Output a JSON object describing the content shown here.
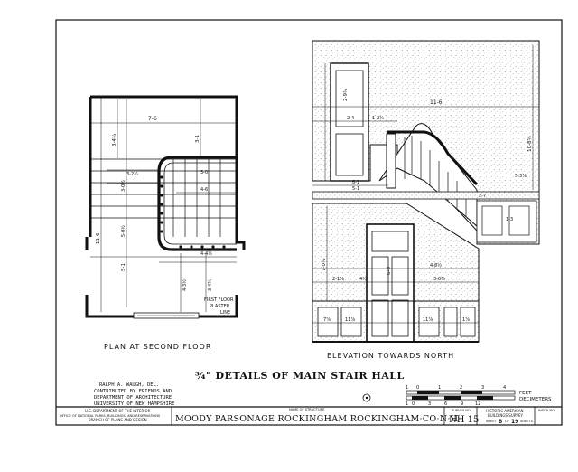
{
  "drawing": {
    "plan_caption": "PLAN AT SECOND FLOOR",
    "elevation_caption": "ELEVATION TOWARDS NORTH",
    "main_title": "¾\" DETAILS OF MAIN STAIR HALL",
    "plan_note": [
      "FIRST FLOOR",
      "PLASTER",
      "LINE"
    ],
    "plan_dims": {
      "top": "7-6",
      "upper_left": "3-4¾",
      "upper_mid": "3-1",
      "run_1": "3-2½",
      "run_2": "3-0",
      "run_3": "4-6",
      "left_span": "11-6",
      "bottom_left": "5-1",
      "bottom_1": "4-3½",
      "bottom_2": "3-4¾",
      "bottom_width": "4-4½",
      "center_v": "3-0½",
      "center_v2": "5-0½"
    },
    "elev_dims": {
      "top_width": "11-6",
      "door_h": "2-9¾",
      "door_w": "2-4",
      "top_right": "10-8¾",
      "mid_right": "5-3⅞",
      "lower_left": "7-0¾",
      "lower_door": "6-8",
      "base_1": "2-1⅞",
      "base_2": "4½",
      "base_3": "4-8½",
      "base_4": "3-6¾",
      "dado_1": "7⅞",
      "dado_2": "11⅞",
      "dado_3": "11⅞",
      "dado_4": "1⅞",
      "side_1": "5-1",
      "side_2": "6-1",
      "side_3": "1-2¾",
      "small_1": "2-7",
      "small_2": "1-3"
    },
    "credits": [
      "RALPH A. WAUGH, DEL.",
      "CONTRIBUTED BY FRIENDS AND",
      "DEPARTMENT OF ARCHITECTURE",
      "UNIVERSITY OF NEW HAMPSHIRE"
    ],
    "scale": {
      "feet_ticks": [
        "1",
        "0",
        "1",
        "2",
        "3",
        "4"
      ],
      "feet_label": "FEET",
      "deci_ticks": [
        "1",
        "0",
        "3",
        "6",
        "9",
        "12"
      ],
      "deci_label": "DECIMETERS"
    }
  },
  "title_block": {
    "agency": [
      "U.S. DEPARTMENT OF THE INTERIOR",
      "OFFICE OF NATIONAL PARKS, BUILDINGS, AND RESERVATIONS",
      "BRANCH OF PLANS AND DESIGN"
    ],
    "structure_label": "NAME OF STRUCTURE",
    "structure_name": "MOODY PARSONAGE  ROCKINGHAM  ROCKINGHAM·CO·N·H·",
    "survey_label": "SURVEY NO.",
    "survey_no": "NH 15",
    "habs": [
      "HISTORIC AMERICAN",
      "BUILDINGS SURVEY"
    ],
    "sheet_label": "SHEET",
    "sheet_no": "8",
    "sheet_of": "OF",
    "sheet_total": "19",
    "sheets_label": "SHEETS",
    "index_label": "INDEX NO."
  }
}
